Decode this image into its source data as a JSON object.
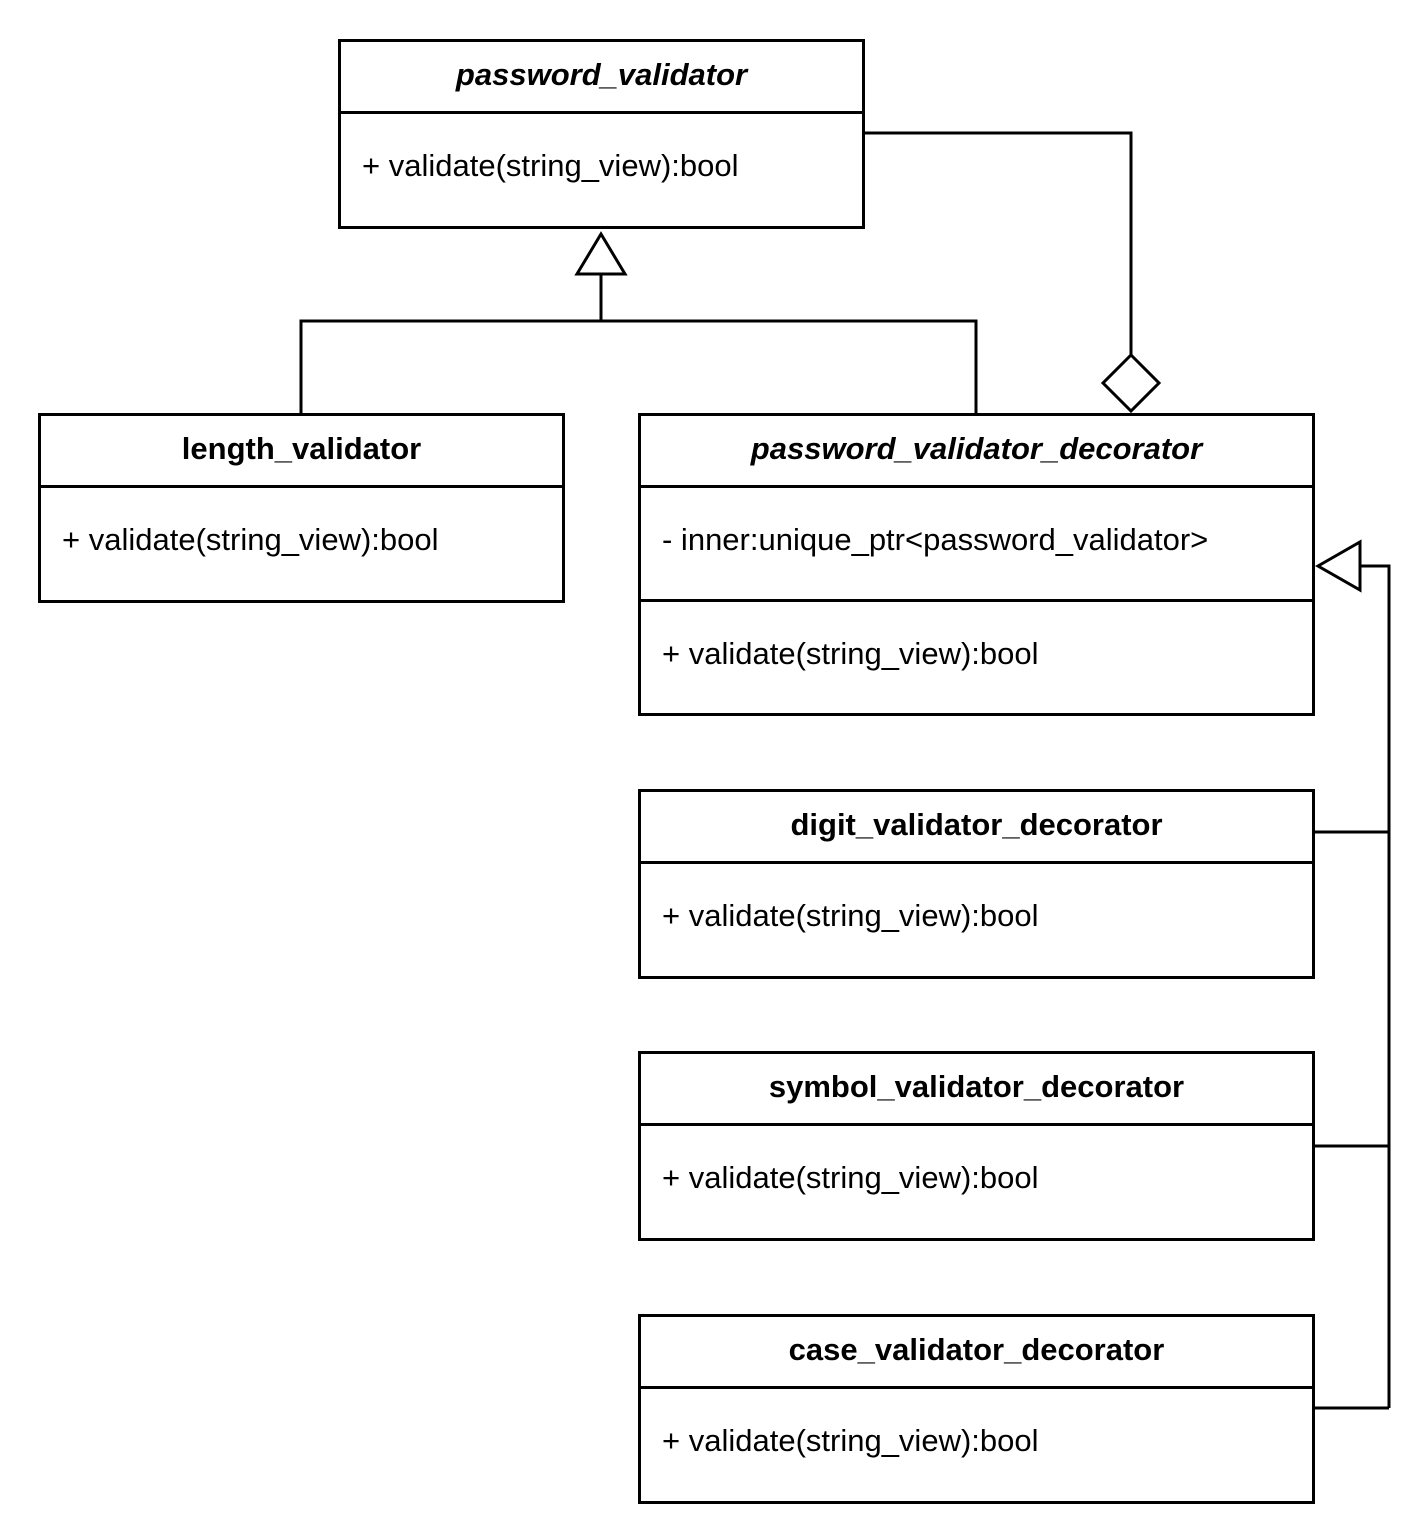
{
  "diagram": {
    "classes": {
      "password_validator": {
        "name": "password_validator",
        "operation": "+ validate(string_view):bool"
      },
      "length_validator": {
        "name": "length_validator",
        "operation": "+ validate(string_view):bool"
      },
      "password_validator_decorator": {
        "name": "password_validator_decorator",
        "attribute": "- inner:unique_ptr<password_validator>",
        "operation": "+ validate(string_view):bool"
      },
      "digit_validator_decorator": {
        "name": "digit_validator_decorator",
        "operation": "+ validate(string_view):bool"
      },
      "symbol_validator_decorator": {
        "name": "symbol_validator_decorator",
        "operation": "+ validate(string_view):bool"
      },
      "case_validator_decorator": {
        "name": "case_validator_decorator",
        "operation": "+ validate(string_view):bool"
      }
    },
    "relationships": [
      {
        "type": "generalization",
        "from": "length_validator",
        "to": "password_validator"
      },
      {
        "type": "generalization",
        "from": "password_validator_decorator",
        "to": "password_validator"
      },
      {
        "type": "aggregation",
        "whole": "password_validator_decorator",
        "part": "password_validator"
      },
      {
        "type": "generalization",
        "from": "digit_validator_decorator",
        "to": "password_validator_decorator"
      },
      {
        "type": "generalization",
        "from": "symbol_validator_decorator",
        "to": "password_validator_decorator"
      },
      {
        "type": "generalization",
        "from": "case_validator_decorator",
        "to": "password_validator_decorator"
      }
    ]
  }
}
